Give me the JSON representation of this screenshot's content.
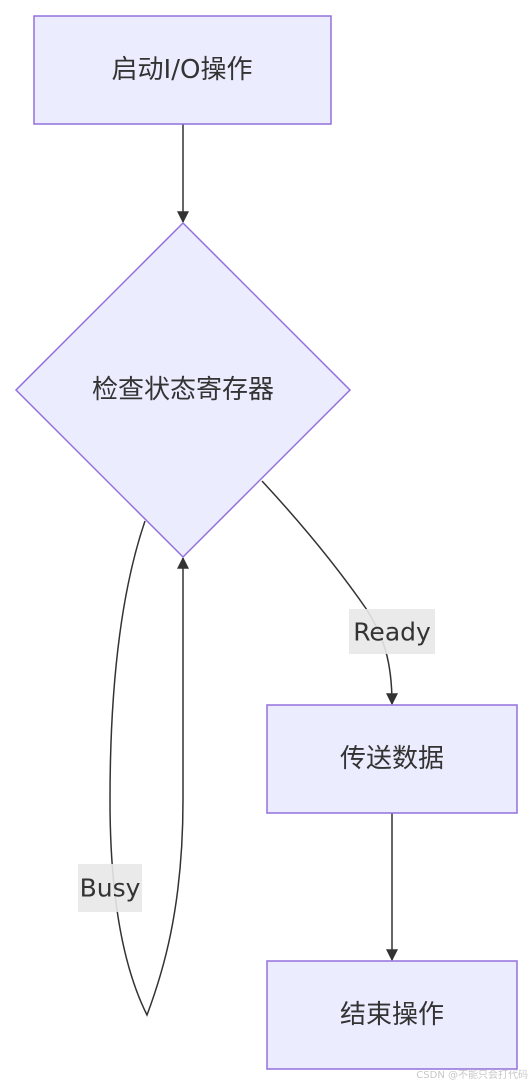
{
  "diagram": {
    "type": "flowchart",
    "nodes": {
      "start": {
        "label": "启动I/O操作"
      },
      "check": {
        "label": "检查状态寄存器"
      },
      "send": {
        "label": "传送数据"
      },
      "end": {
        "label": "结束操作"
      }
    },
    "edges": {
      "start_to_check": {
        "from": "start",
        "to": "check",
        "label": ""
      },
      "check_ready": {
        "from": "check",
        "to": "send",
        "label": "Ready"
      },
      "check_busy": {
        "from": "check",
        "to": "check",
        "label": "Busy"
      },
      "send_to_end": {
        "from": "send",
        "to": "end",
        "label": ""
      }
    },
    "colors": {
      "node_fill": "#ECECFF",
      "node_stroke": "#9370DB",
      "edge": "#333333",
      "edge_label_bg": "#E8E8E8"
    }
  },
  "watermark": "CSDN @不能只会打代码"
}
